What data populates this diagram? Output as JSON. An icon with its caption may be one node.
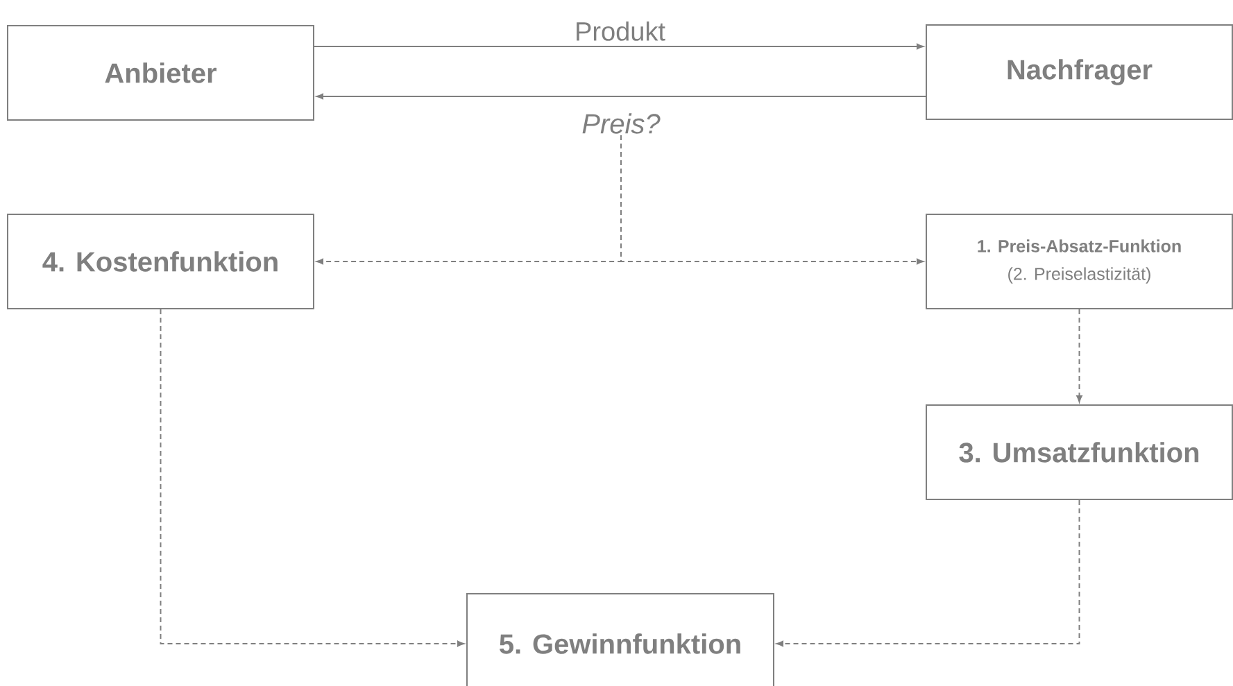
{
  "diagram": {
    "nodes": [
      {
        "text": [
          "Anbieter"
        ]
      },
      {
        "text": [
          "Nachfrager"
        ]
      },
      {
        "text": [
          "Preis?"
        ]
      },
      {
        "text": [
          "4. Kostenfunktion"
        ]
      },
      {
        "text": [
          "1. Preis-Absatz-Funktion",
          "(2. Preiselastizität)"
        ]
      },
      {
        "text": [
          "3. Umsatzfunktion"
        ]
      },
      {
        "text": [
          "5. Gewinnfunktion"
        ]
      }
    ],
    "edges": [
      {
        "from": 0,
        "to": 1,
        "arrow": "to",
        "label": "Produkt"
      },
      {
        "from": 1,
        "to": 0,
        "arrow": "to"
      },
      {
        "from": 2,
        "to": 3,
        "arrow": "to",
        "style": "dashed"
      },
      {
        "from": 2,
        "to": 4,
        "arrow": "to",
        "style": "dashed"
      },
      {
        "from": 4,
        "to": 5,
        "arrow": "to",
        "style": "dashed"
      },
      {
        "from": 3,
        "to": 6,
        "arrow": "to",
        "style": "dashed"
      },
      {
        "from": 5,
        "to": 6,
        "arrow": "to",
        "style": "dashed"
      }
    ]
  }
}
